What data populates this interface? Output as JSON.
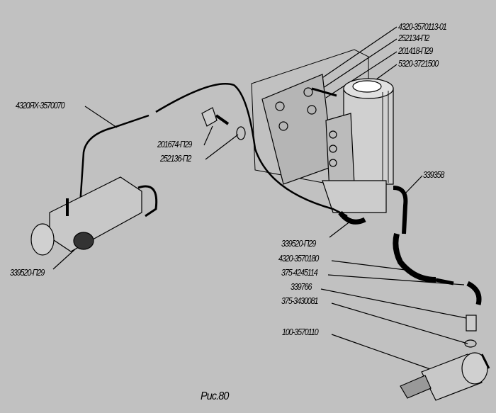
{
  "labels": {
    "filter_cap": "4320-3570113-01",
    "washer_top": "252134-П2",
    "bolt_top": "201418-П29",
    "filter_housing": "5320-3721500",
    "pipe_long": "4320ЯХ-3570070",
    "bolt_mid": "201674-П29",
    "washer_mid": "252136-П2",
    "elbow_right": "339358",
    "elbow_center": "339520-П29",
    "hose": "4320-3570180",
    "elbow_lower": "375-4245114",
    "nut": "339766",
    "washer_lower": "375-3430081",
    "cylinder": "100-3570110",
    "elbow_left": "339520-П29"
  },
  "caption": "Рис.80"
}
